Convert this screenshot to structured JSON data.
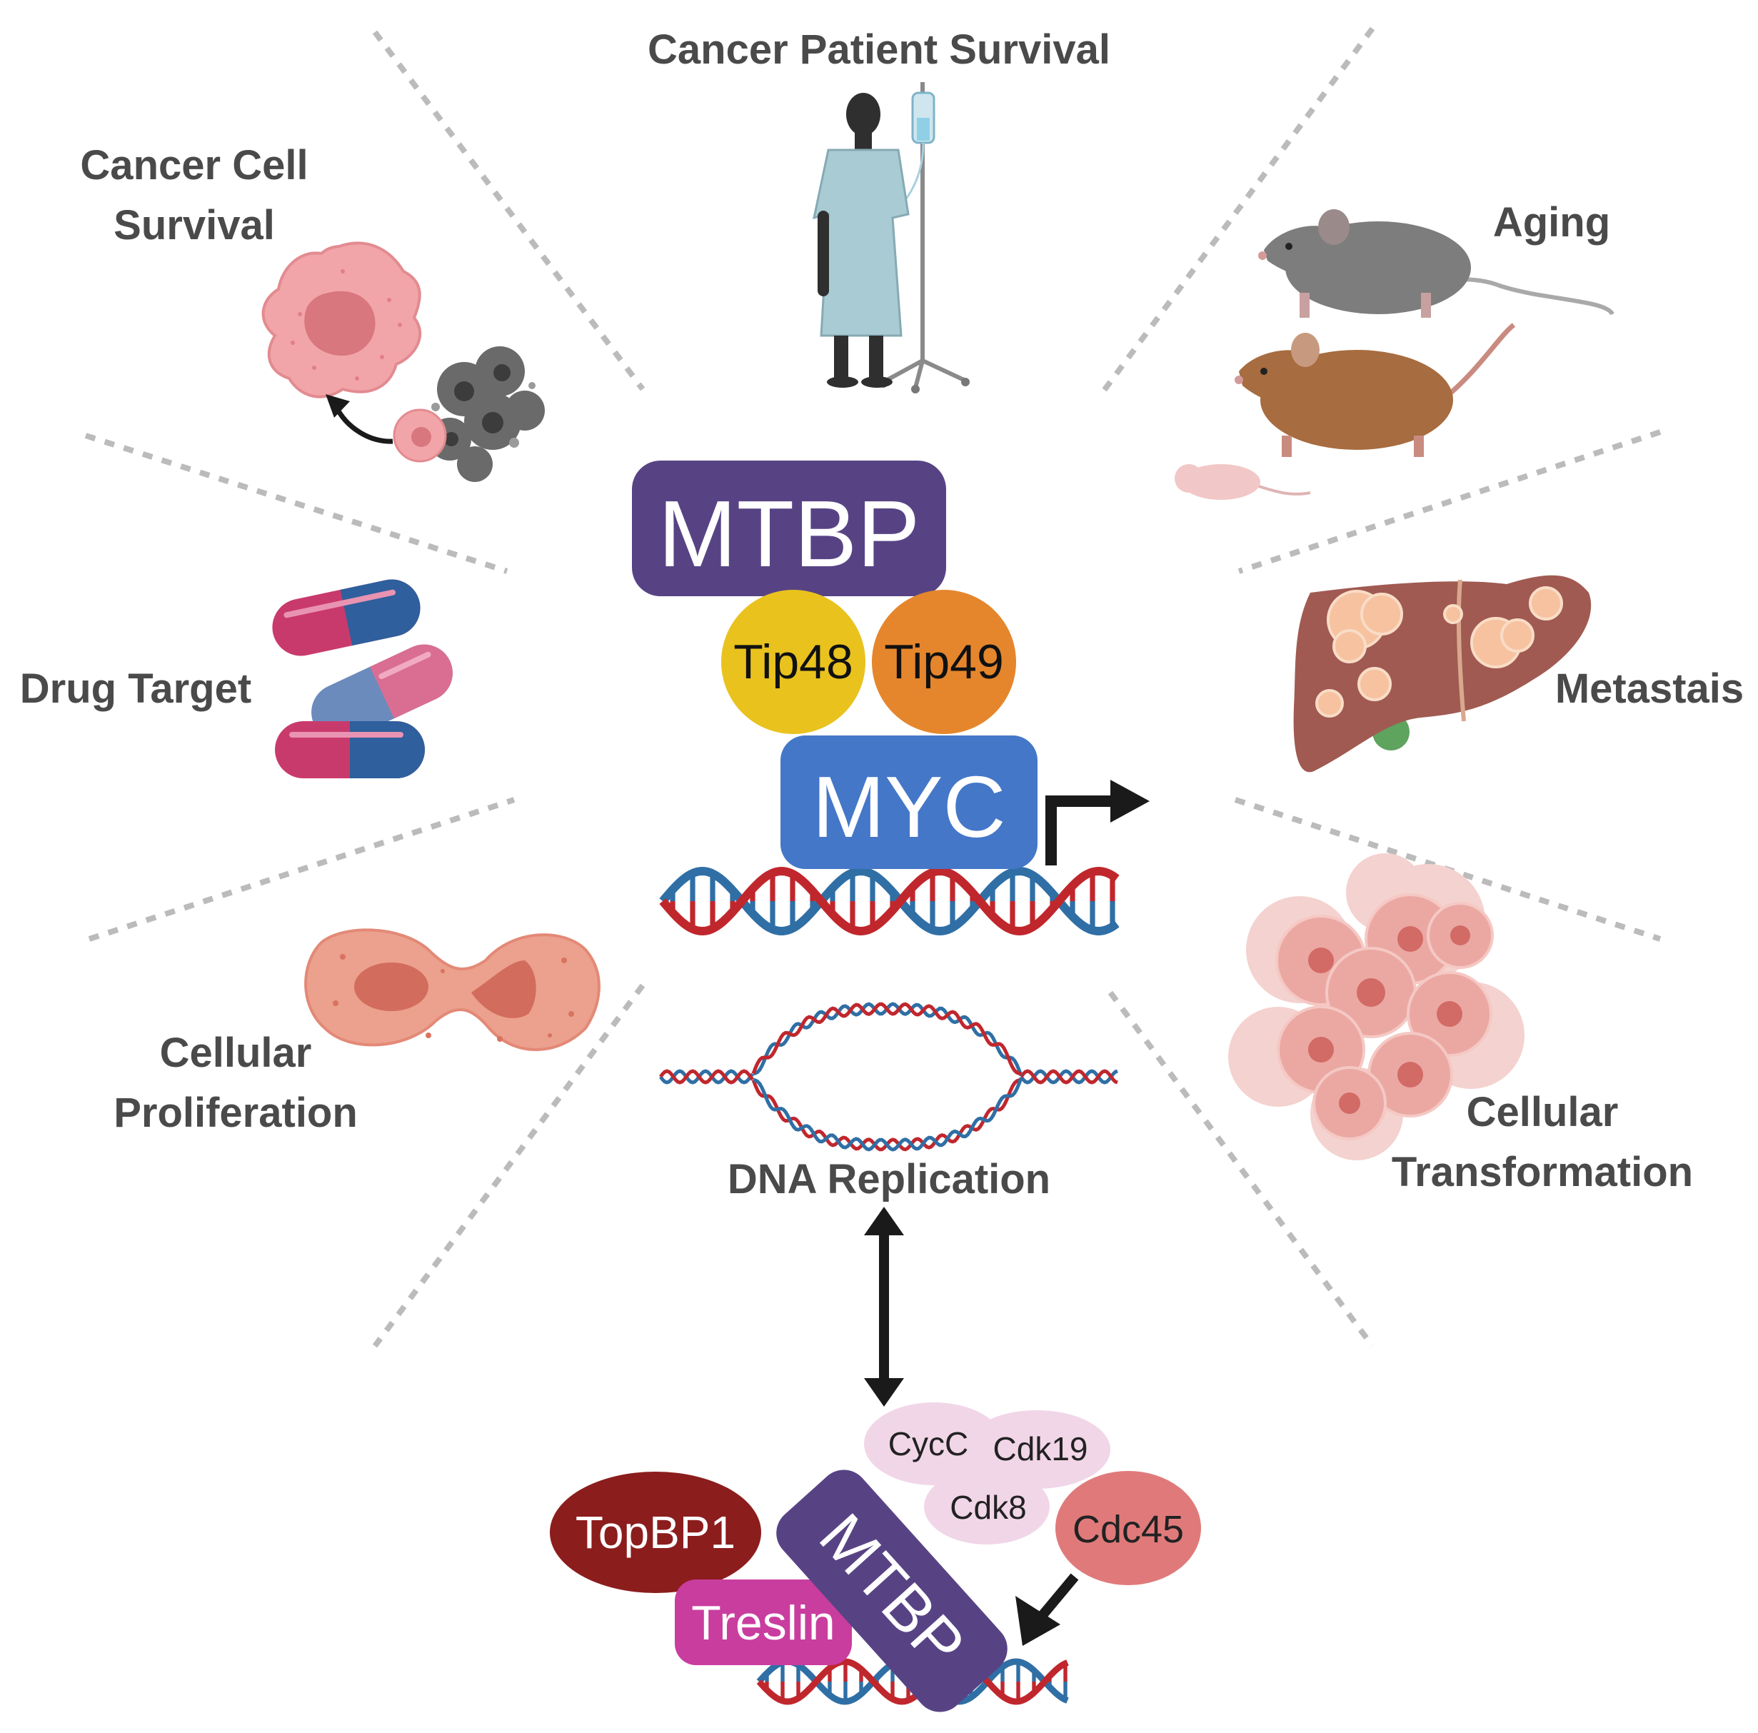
{
  "labels": {
    "patient_survival": "Cancer Patient Survival",
    "cell_survival_1": "Cancer Cell",
    "cell_survival_2": "Survival",
    "aging": "Aging",
    "drug_target": "Drug Target",
    "metastasis": "Metastais",
    "proliferation_1": "Cellular",
    "proliferation_2": "Proliferation",
    "transformation_1": "Cellular",
    "transformation_2": "Transformation",
    "dna_replication": "DNA Replication"
  },
  "complex_top": {
    "mtbp": "MTBP",
    "tip48": "Tip48",
    "tip49": "Tip49",
    "myc": "MYC"
  },
  "complex_bottom": {
    "topbp1": "TopBP1",
    "treslin": "Treslin",
    "mtbp": "MTBP",
    "cycc": "CycC",
    "cdk19": "Cdk19",
    "cdk8": "Cdk8",
    "cdc45": "Cdc45"
  },
  "colors": {
    "mtbp": "#574384",
    "tip48": "#e9c21e",
    "tip49": "#e5862c",
    "myc": "#4477c8",
    "topbp1": "#8c1d1d",
    "treslin": "#c93d9f",
    "cdc45": "#e07a7a",
    "mediator": "#f1d6e8",
    "dna_red": "#c0272d",
    "dna_blue": "#2f6fa5",
    "divider": "#bbbbbb",
    "label": "#4a4a4a"
  }
}
